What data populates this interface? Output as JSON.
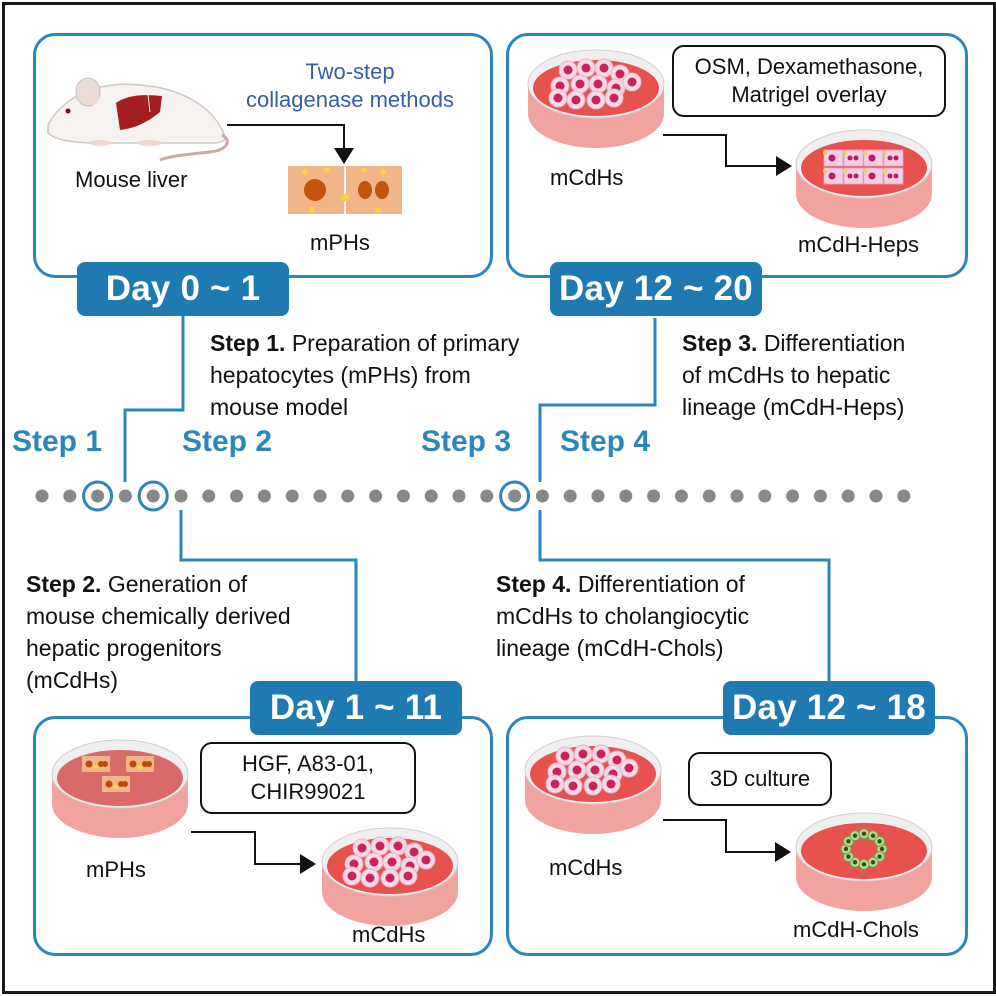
{
  "diagram": {
    "colors": {
      "accent_blue": "#2b86ba",
      "badge_blue": "#1e7ab0",
      "method_text_blue": "#3560a8",
      "timeline_dot": "#888888",
      "frame": "#1a1a1a"
    },
    "panels": [
      {
        "id": "step1-panel",
        "day_badge": "Day 0 ~ 1",
        "source_label": "Mouse liver",
        "method_label_line1": "Two-step",
        "method_label_line2": "collagenase methods",
        "product_label": "mPHs",
        "source_icon": "mouse-liver-icon",
        "product_icon": "hepatocyte-cells-icon"
      },
      {
        "id": "step3-panel",
        "day_badge": "Day 12 ~ 20",
        "source_label": "mCdHs",
        "reagent_line1": "OSM, Dexamethasone,",
        "reagent_line2": "Matrigel overlay",
        "product_label": "mCdH-Heps",
        "source_icon": "petri-dish-mcdhs-icon",
        "product_icon": "petri-dish-hepatocytes-icon"
      },
      {
        "id": "step2-panel",
        "day_badge": "Day 1 ~ 11",
        "source_label": "mPHs",
        "reagent_line1": "HGF, A83-01,",
        "reagent_line2": "CHIR99021",
        "product_label": "mCdHs",
        "source_icon": "petri-dish-mphs-icon",
        "product_icon": "petri-dish-mcdhs-icon"
      },
      {
        "id": "step4-panel",
        "day_badge": "Day 12 ~ 18",
        "source_label": "mCdHs",
        "reagent_line1": "3D culture",
        "product_label": "mCdH-Chols",
        "source_icon": "petri-dish-mcdhs-icon",
        "product_icon": "petri-dish-cyst-icon"
      }
    ],
    "timeline": {
      "dot_count": 32,
      "highlighted_dots": [
        2,
        4,
        17
      ],
      "step_labels": [
        "Step 1",
        "Step 2",
        "Step 3",
        "Step 4"
      ]
    },
    "descriptions": [
      {
        "step": "Step 1.",
        "lines": [
          "Preparation of primary",
          "hepatocytes (mPHs) from",
          "mouse model"
        ]
      },
      {
        "step": "Step 2.",
        "lines": [
          "Generation of",
          "mouse chemically derived",
          "hepatic progenitors",
          "(mCdHs)"
        ]
      },
      {
        "step": "Step 3.",
        "lines": [
          "Differentiation",
          "of mCdHs to hepatic",
          "lineage (mCdH-Heps)"
        ]
      },
      {
        "step": "Step 4.",
        "lines": [
          "Differentiation of",
          "mCdHs to cholangiocytic",
          "lineage (mCdH-Chols)"
        ]
      }
    ]
  }
}
